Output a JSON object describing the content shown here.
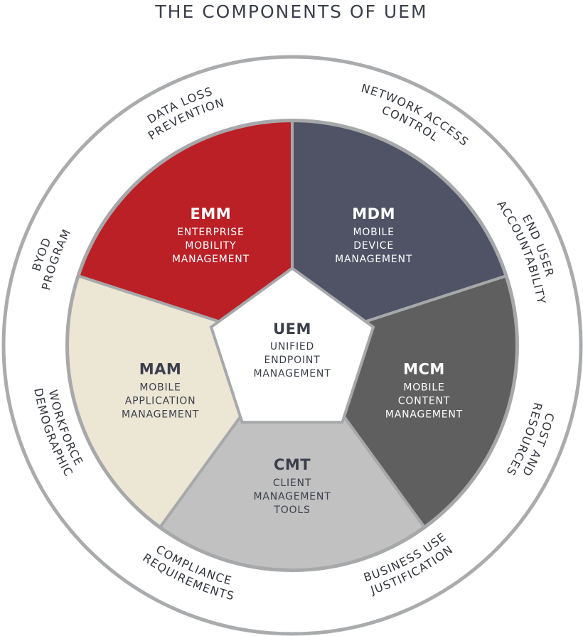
{
  "title": "THE COMPONENTS OF UEM",
  "colors": {
    "emm": "#bb2027",
    "mdm": "#4f5365",
    "mcm": "#5f5f5f",
    "cmt": "#c1c1c1",
    "mam": "#ece6d5",
    "ring": "#a9abad",
    "outline": "#a6a8aa"
  },
  "center": {
    "abbr": "UEM",
    "lines": [
      "UNIFIED",
      "ENDPOINT",
      "MANAGEMENT"
    ]
  },
  "segments": [
    {
      "abbr": "EMM",
      "lines": [
        "ENTERPRISE",
        "MOBILITY",
        "MANAGEMENT"
      ]
    },
    {
      "abbr": "MDM",
      "lines": [
        "MOBILE",
        "DEVICE",
        "MANAGEMENT"
      ]
    },
    {
      "abbr": "MCM",
      "lines": [
        "MOBILE",
        "CONTENT",
        "MANAGEMENT"
      ]
    },
    {
      "abbr": "CMT",
      "lines": [
        "CLIENT",
        "MANAGEMENT",
        "TOOLS"
      ]
    },
    {
      "abbr": "MAM",
      "lines": [
        "MOBILE",
        "APPLICATION",
        "MANAGEMENT"
      ]
    }
  ],
  "ring_labels": [
    {
      "lines": [
        "DATA LOSS",
        "PREVENTION"
      ]
    },
    {
      "lines": [
        "NETWORK ACCESS",
        "CONTROL"
      ]
    },
    {
      "lines": [
        "END USER",
        "ACCOUNTABILITY"
      ]
    },
    {
      "lines": [
        "COST AND",
        "RESOURCES"
      ]
    },
    {
      "lines": [
        "BUSINESS USE",
        "JUSTIFICATION"
      ]
    },
    {
      "lines": [
        "COMPLIANCE",
        "REQUIREMENTS"
      ]
    },
    {
      "lines": [
        "WORKFORCE",
        "DEMOGRAPHIC"
      ]
    },
    {
      "lines": [
        "BYOD",
        "PROGRAM"
      ]
    }
  ]
}
